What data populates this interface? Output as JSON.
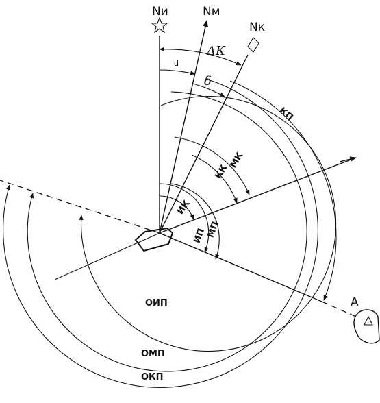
{
  "diagram": {
    "north": {
      "true": "Nи",
      "magnetic": "Nм",
      "compass": "Nк"
    },
    "angles": {
      "declination": "d",
      "deviation": "δ",
      "total_correction": "ΔК"
    },
    "courses": {
      "true": "ИК",
      "magnetic": "МК",
      "compass": "КК"
    },
    "bearings": {
      "true": "ИП",
      "magnetic": "МП",
      "compass": "КП"
    },
    "reverse_bearings": {
      "true": "ОИП",
      "magnetic": "ОМП",
      "compass": "ОКП"
    },
    "landmark": "A",
    "colors": {
      "ink": "#111111",
      "background": "#ffffff"
    }
  }
}
